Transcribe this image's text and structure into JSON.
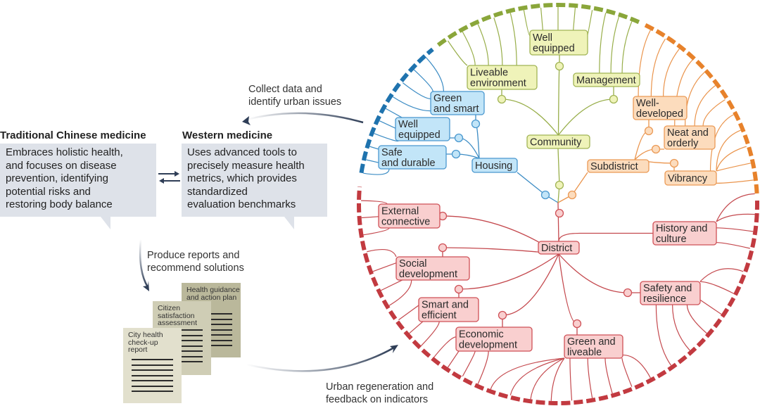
{
  "left": {
    "tcm": {
      "title": "Traditional Chinese medicine",
      "lines": [
        "Embraces holistic health,",
        "and focuses on disease",
        "prevention, identifying",
        "potential risks and",
        "restoring body balance"
      ]
    },
    "western": {
      "title": "Western medicine",
      "lines": [
        "Uses advanced tools to",
        "precisely measure health",
        "metrics, which provides",
        "standardized",
        "evaluation benchmarks"
      ]
    },
    "exchange_icon": "double-arrow-icon"
  },
  "captions": {
    "collect": [
      "Collect data and",
      "identify urban issues"
    ],
    "produce": [
      "Produce reports and",
      "recommend solutions"
    ],
    "regen": [
      "Urban regeneration and",
      "feedback on indicators"
    ]
  },
  "documents": [
    {
      "lines": [
        "City health",
        "check-up",
        "report"
      ]
    },
    {
      "lines": [
        "Citizen",
        "satisfaction",
        "assessment"
      ]
    },
    {
      "lines": [
        "Health guidance",
        "and action plan"
      ]
    }
  ],
  "colors": {
    "housing": {
      "arc": "#1f73ae",
      "line": "#3c8cc4",
      "fill": "#c2e5f8",
      "stroke": "#4a98cf"
    },
    "community": {
      "arc": "#8aa63a",
      "line": "#98ae4a",
      "fill": "#eff3b9",
      "stroke": "#a1b455"
    },
    "subdistrict": {
      "arc": "#e7822b",
      "line": "#ea944c",
      "fill": "#fcdcbd",
      "stroke": "#eb9a56"
    },
    "district": {
      "arc": "#c23a40",
      "line": "#c4494e",
      "fill": "#f9cfcf",
      "stroke": "#cf5157"
    },
    "arrow": "#2f3e57",
    "bubble": "#dee2e9"
  },
  "tree": {
    "housing": {
      "label": [
        "Housing"
      ],
      "children": [
        [
          "Green",
          "and smart"
        ],
        [
          "Well",
          "equipped"
        ],
        [
          "Safe",
          "and durable"
        ]
      ]
    },
    "community": {
      "label": [
        "Community"
      ],
      "children": [
        [
          "Liveable",
          "environment"
        ],
        [
          "Well",
          "equipped"
        ],
        [
          "Management"
        ]
      ]
    },
    "subdistrict": {
      "label": [
        "Subdistrict"
      ],
      "children": [
        [
          "Well-",
          "developed"
        ],
        [
          "Neat and",
          "orderly"
        ],
        [
          "Vibrancy"
        ]
      ]
    },
    "district": {
      "label": [
        "District"
      ],
      "children": [
        [
          "External",
          "connective"
        ],
        [
          "History and",
          "culture"
        ],
        [
          "Social",
          "development"
        ],
        [
          "Safety and",
          "resilience"
        ],
        [
          "Smart and",
          "efficient"
        ],
        [
          "Economic",
          "development"
        ],
        [
          "Green and",
          "liveable"
        ]
      ]
    }
  }
}
